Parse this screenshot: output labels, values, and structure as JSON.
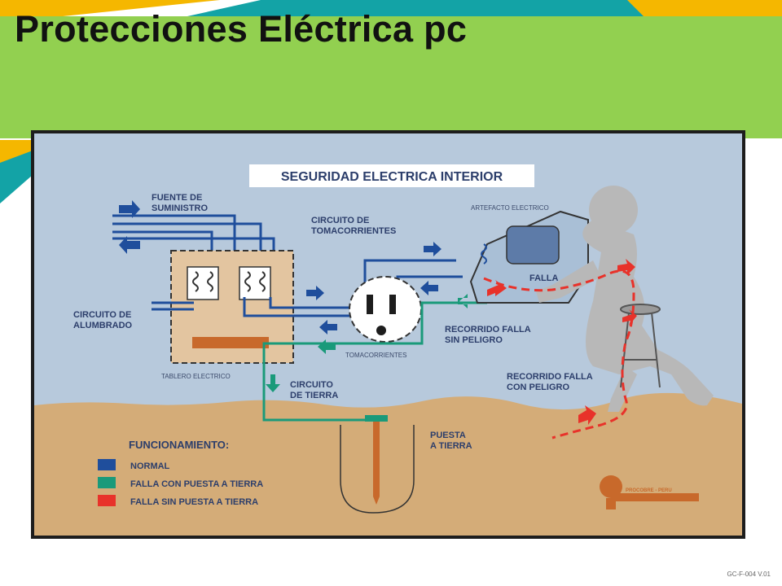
{
  "slide": {
    "title": "Protecciones Eléctrica pc",
    "footer_code": "GC-F-004 V.01"
  },
  "diagram": {
    "title": "SEGURIDAD ELECTRICA INTERIOR",
    "labels": {
      "fuente_line1": "FUENTE DE",
      "fuente_line2": "SUMINISTRO",
      "circ_toma_line1": "CIRCUITO DE",
      "circ_toma_line2": "TOMACORRIENTES",
      "artefacto": "ARTEFACTO ELECTRICO",
      "falla": "FALLA",
      "circ_alum_line1": "CIRCUITO DE",
      "circ_alum_line2": "ALUMBRADO",
      "recorrido_sin_line1": "RECORRIDO FALLA",
      "recorrido_sin_line2": "SIN PELIGRO",
      "tomacorrientes": "TOMACORRIENTES",
      "tablero": "TABLERO ELECTRICO",
      "circ_tierra_line1": "CIRCUITO",
      "circ_tierra_line2": "DE TIERRA",
      "recorrido_con_line1": "RECORRIDO FALLA",
      "recorrido_con_line2": "CON PELIGRO",
      "puesta_line1": "PUESTA",
      "puesta_line2": "A TIERRA",
      "logo_text": "PROCOBRE - PERU"
    },
    "legend": {
      "title": "FUNCIONAMIENTO:",
      "items": [
        {
          "label": "NORMAL",
          "color": "#1f4e9c"
        },
        {
          "label": "FALLA CON PUESTA A TIERRA",
          "color": "#1a9a7a"
        },
        {
          "label": "FALLA SIN PUESTA A TIERRA",
          "color": "#e8322a"
        }
      ]
    },
    "colors": {
      "sky": "#b7c9dc",
      "ground": "#d4ac78",
      "normal": "#1f4e9c",
      "ground_path": "#1a9a7a",
      "fault": "#e8322a",
      "copper": "#c8692b",
      "panel": "#e3c5a0",
      "person": "#b8b8b8"
    }
  },
  "theme": {
    "green": "#92d050",
    "teal": "#13a3a6",
    "yellow": "#f5b700",
    "navy": "#1f4e79"
  }
}
